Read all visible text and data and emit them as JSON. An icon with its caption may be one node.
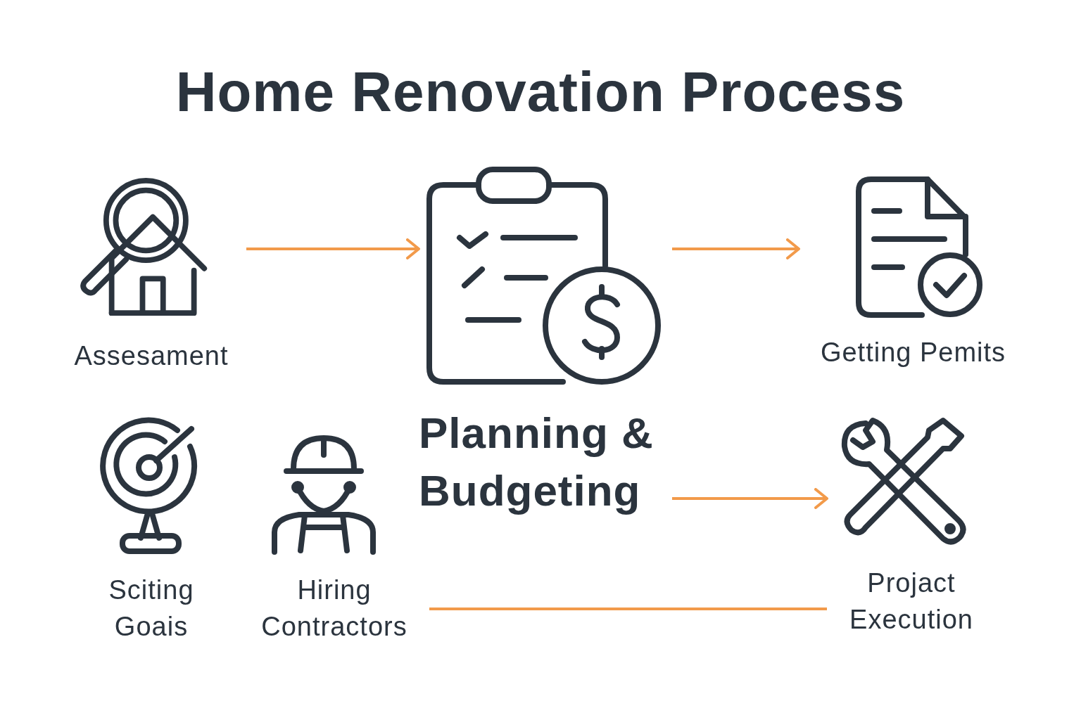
{
  "diagram": {
    "title": "Home Renovation Process",
    "nodes": [
      {
        "text": [
          "Assesament"
        ]
      },
      {
        "text": [
          "Planning & Budgeting"
        ]
      },
      {
        "text": [
          "Getting Pemits"
        ]
      },
      {
        "text": [
          "Sciting Goais"
        ]
      },
      {
        "text": [
          "Hiring Contractors"
        ]
      },
      {
        "text": [
          "Projact Execution"
        ]
      }
    ],
    "edges": [
      {
        "from": 0,
        "to": 1,
        "arrow": "to"
      },
      {
        "from": 1,
        "to": 2,
        "arrow": "to"
      },
      {
        "from": 1,
        "to": 5,
        "arrow": "to"
      },
      {
        "from": 4,
        "to": 5,
        "arrow": "none"
      }
    ]
  }
}
